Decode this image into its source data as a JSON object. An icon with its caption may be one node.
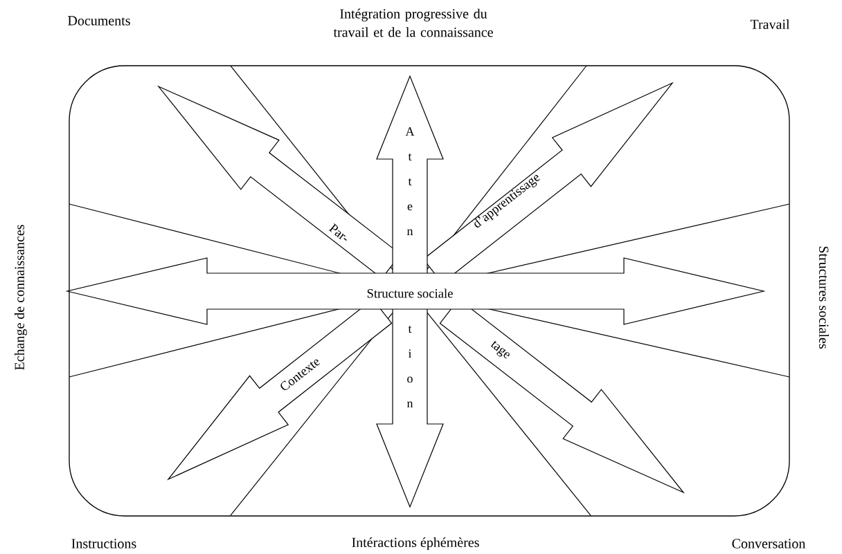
{
  "diagram": {
    "nodes": [
      {
        "text": [
          "Atten"
        ]
      },
      {
        "text": [
          "Par-"
        ]
      },
      {
        "text": [
          "d’apprentissage"
        ]
      },
      {
        "text": [
          "Structure sociale"
        ]
      },
      {
        "text": [
          "Contexte"
        ]
      },
      {
        "text": [
          "tion"
        ]
      },
      {
        "text": [
          "tage"
        ]
      }
    ],
    "labels": [
      "Documents",
      "Intégration progressive du travail et de la connaissance",
      "Travail",
      "Echange de connaissances",
      "Structures sociales",
      "Instructions",
      "Intéractions éphémères",
      "Conversation"
    ]
  }
}
